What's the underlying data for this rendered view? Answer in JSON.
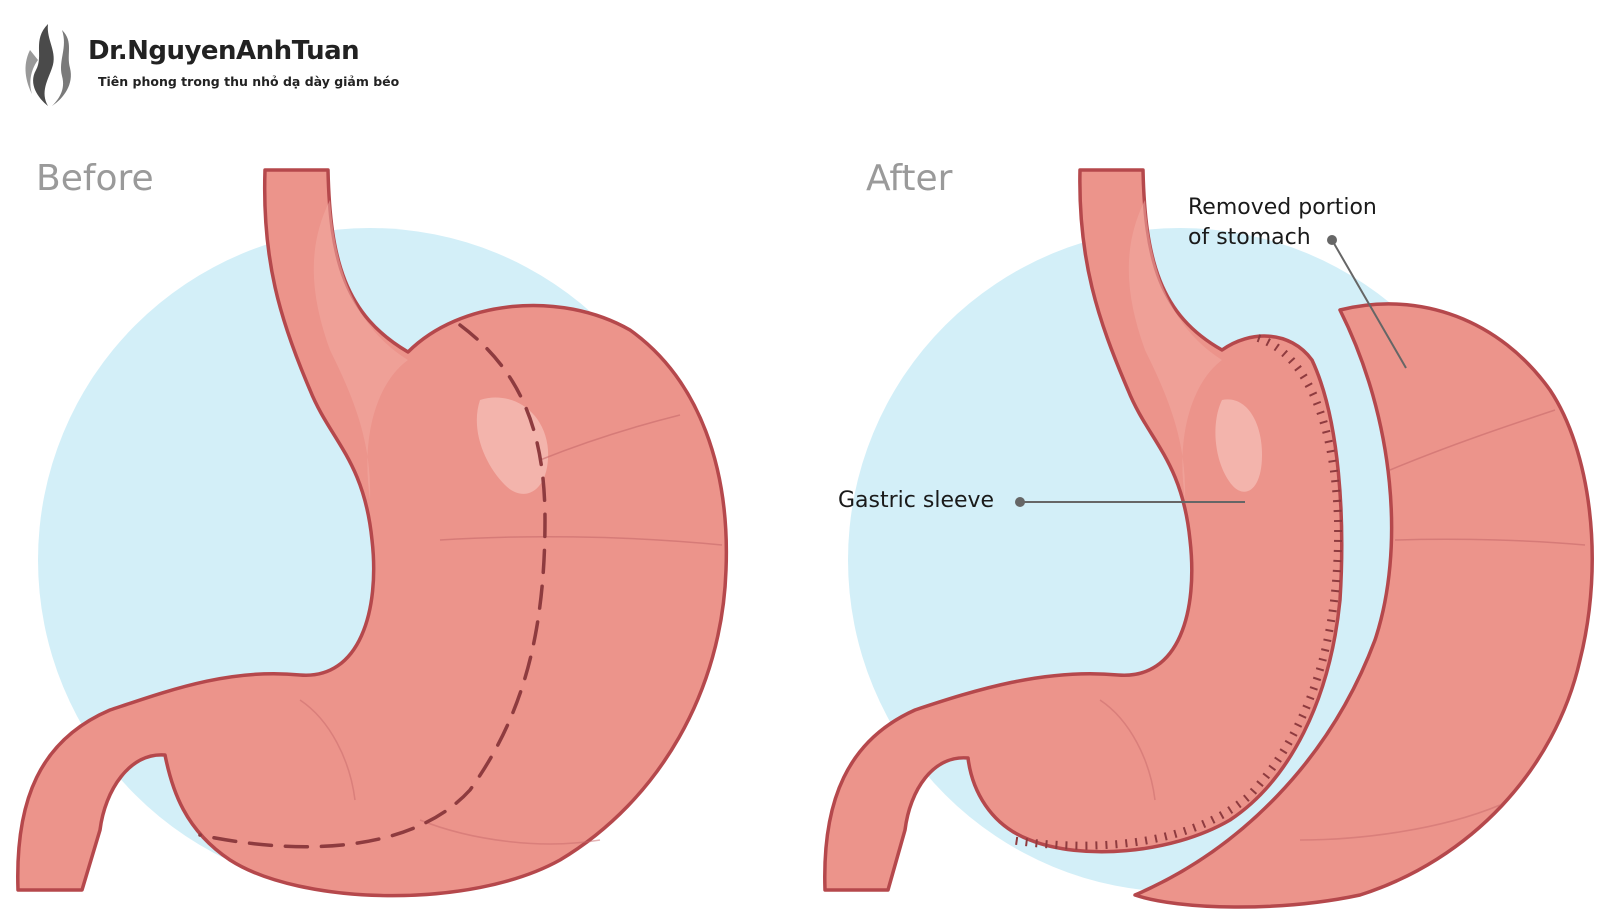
{
  "logo": {
    "brand": "Dr.NguyenAnhTuan",
    "tagline": "Tiên phong trong thu nhỏ dạ dày giảm béo",
    "icon": "flame-logo-icon"
  },
  "panels": {
    "before": {
      "title": "Before"
    },
    "after": {
      "title": "After"
    }
  },
  "callouts": {
    "removed": {
      "line1": "Removed portion",
      "line2": "of stomach"
    },
    "sleeve": {
      "label": "Gastric sleeve"
    }
  },
  "colors": {
    "background_circle": "#d3eff8",
    "stomach_fill": "#ec948b",
    "stomach_highlight": "#f2aaa2",
    "stomach_outline": "#b5484c",
    "cut_line": "#a8474b",
    "title_gray": "#9a9a9a"
  }
}
